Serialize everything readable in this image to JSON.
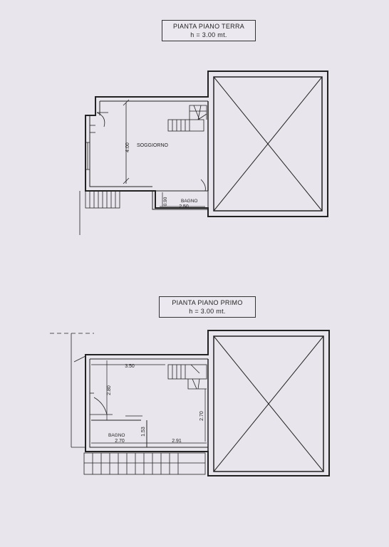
{
  "ground_floor": {
    "title": "PIANTA PIANO TERRA",
    "height_label": "h = 3.00 mt.",
    "rooms": {
      "living": "SOGGIORNO",
      "bath": "BAGNO"
    },
    "dims": {
      "living_height": "4.00",
      "bath_depth": "0.90",
      "bath_width": "2.50"
    }
  },
  "first_floor": {
    "title": "PIANTA PIANO PRIMO",
    "height_label": "h = 3.00 mt.",
    "rooms": {
      "bath": "BAGNO"
    },
    "dims": {
      "top_width": "3.50",
      "left_height": "2.80",
      "right_height": "2.70",
      "bath_depth": "1.53",
      "bath_width": "2.70",
      "bottom_width": "2.91"
    }
  }
}
